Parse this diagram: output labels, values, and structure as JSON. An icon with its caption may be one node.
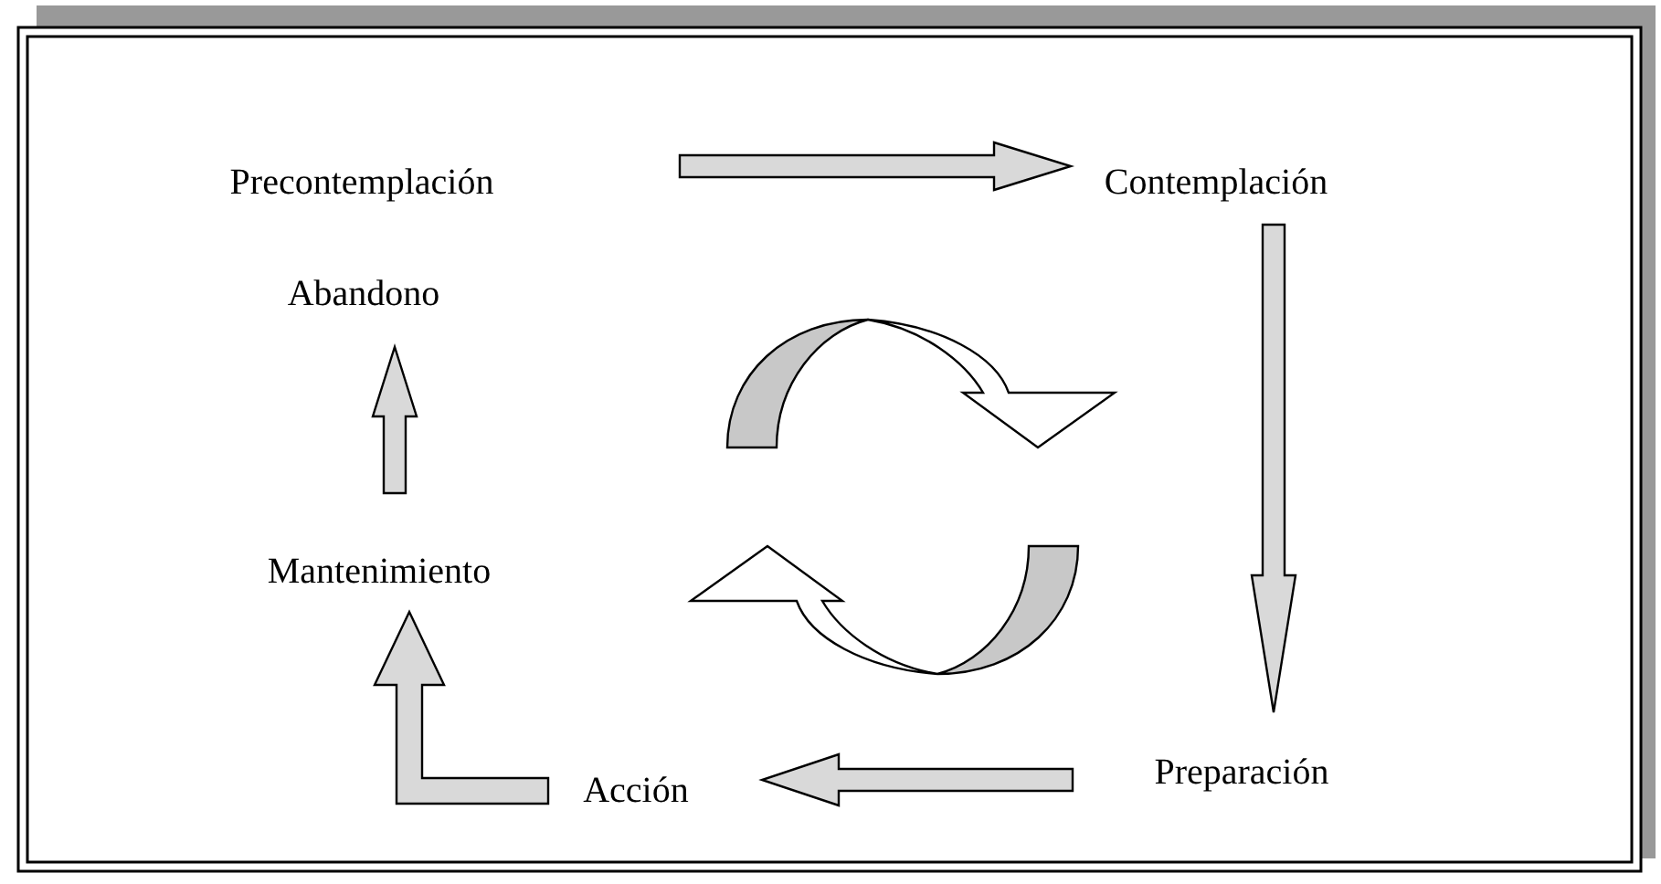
{
  "diagram": {
    "nodes": [
      {
        "text": [
          "Precontemplación"
        ]
      },
      {
        "text": [
          "Contemplación"
        ]
      },
      {
        "text": [
          "Preparación"
        ]
      },
      {
        "text": [
          "Acción"
        ]
      },
      {
        "text": [
          "Mantenimiento"
        ]
      },
      {
        "text": [
          "Abandono"
        ]
      }
    ],
    "edges": [
      {
        "from": 0,
        "to": 1,
        "arrow": "to"
      },
      {
        "from": 1,
        "to": 2,
        "arrow": "to"
      },
      {
        "from": 2,
        "to": 3,
        "arrow": "to"
      },
      {
        "from": 3,
        "to": 4,
        "arrow": "to"
      },
      {
        "from": 4,
        "to": 5,
        "arrow": "to"
      }
    ]
  }
}
